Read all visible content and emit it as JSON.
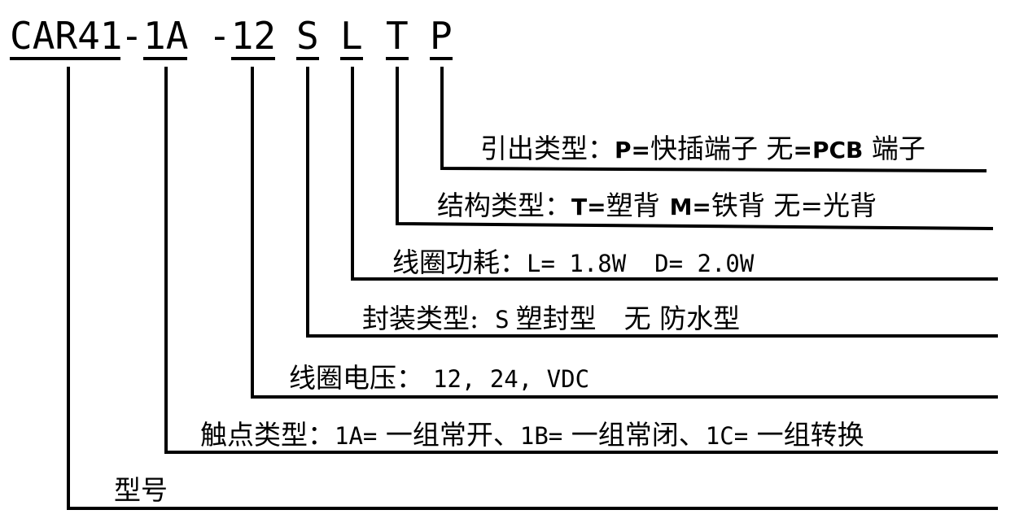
{
  "model_code": {
    "base": "CAR41",
    "sep1": "-",
    "contact": "1A",
    "voltage": "-12",
    "seal": "S",
    "power": "L",
    "structure": "T",
    "terminal": "P"
  },
  "legend": {
    "terminal": {
      "label": "引出类型：",
      "p_code": "P=",
      "p_text": "快插端子",
      "none_text": " 无",
      "pcb_code": "=PCB",
      "pcb_text": " 端子"
    },
    "structure": {
      "label": "结构类型：",
      "t_code": "T=",
      "t_text": "塑背",
      "m_code": "M=",
      "m_text": "铁背",
      "none_text": " 无=光背"
    },
    "power": {
      "label": "线圈功耗：",
      "values": "L= 1.8W  D= 2.0W"
    },
    "seal": {
      "label": "封装类型:",
      "s_value": "S",
      "s_text": "塑封型",
      "none_text": "无 防水型"
    },
    "voltage": {
      "label": "线圈电压：",
      "values": "12, 24, VDC"
    },
    "contact": {
      "label": "触点类型：",
      "a_code": "1A=",
      "a_text": " 一组常开、",
      "b_code": "1B=",
      "b_text": " 一组常闭、",
      "c_code": "1C=",
      "c_text": " 一组转换"
    },
    "model": {
      "label": "型号"
    }
  }
}
